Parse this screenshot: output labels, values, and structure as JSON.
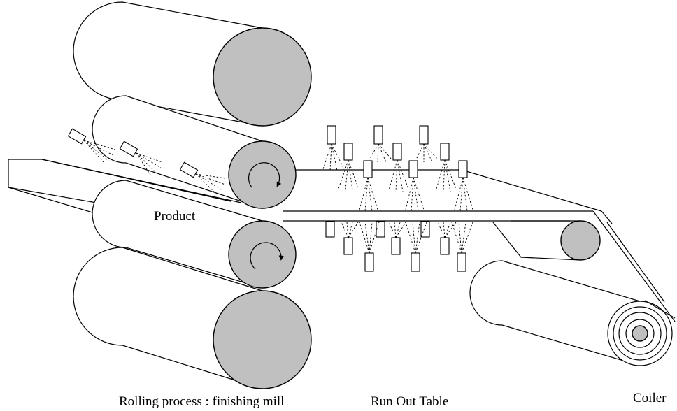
{
  "labels": {
    "product": "Product",
    "rolling_process": "Rolling process : finishing mill",
    "run_out_table": "Run Out Table",
    "coiler": "Coiler"
  },
  "colors": {
    "roll_face": "#c0c0c0",
    "line": "#000000",
    "background": "#ffffff"
  }
}
